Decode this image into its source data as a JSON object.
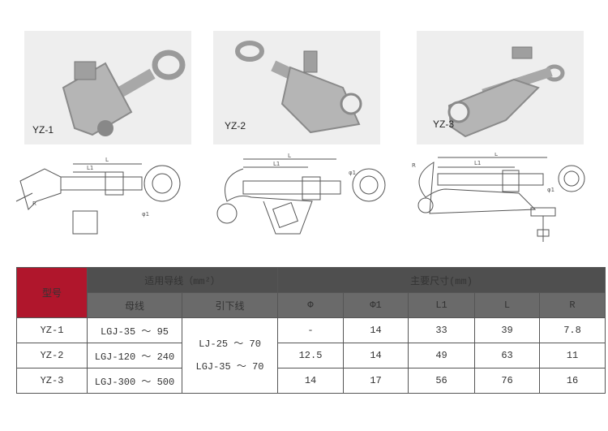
{
  "products": [
    {
      "label": "YZ-1"
    },
    {
      "label": "YZ-2"
    },
    {
      "label": "YZ-3"
    }
  ],
  "drawings": {
    "dim_labels": {
      "L": "L",
      "L1": "L1",
      "R": "R",
      "phi1": "φ1"
    }
  },
  "table": {
    "model_header": "型号",
    "wire_header": "适用导线（mm²）",
    "dims_header": "主要尺寸(mm)",
    "sub_headers": [
      "母线",
      "引下线",
      "Φ",
      "Φ1",
      "L1",
      "L",
      "R"
    ],
    "rows": [
      {
        "model": "YZ-1",
        "bus": "LGJ-35 ～ 95",
        "phi": "-",
        "phi1": "14",
        "l1": "33",
        "l": "39",
        "r": "7.8"
      },
      {
        "model": "YZ-2",
        "bus": "LGJ-120 ～ 240",
        "phi": "12.5",
        "phi1": "14",
        "l1": "49",
        "l": "63",
        "r": "11"
      },
      {
        "model": "YZ-3",
        "bus": "LGJ-300 ～ 500",
        "phi": "14",
        "phi1": "17",
        "l1": "56",
        "l": "76",
        "r": "16"
      }
    ],
    "down_lead": [
      "LJ-25 ～ 70",
      "LGJ-35 ～ 70"
    ]
  },
  "colors": {
    "model_header_bg": "#b0162c",
    "group_header_bg": "#4f4f4f",
    "sub_header_bg": "#6a6a6a"
  }
}
